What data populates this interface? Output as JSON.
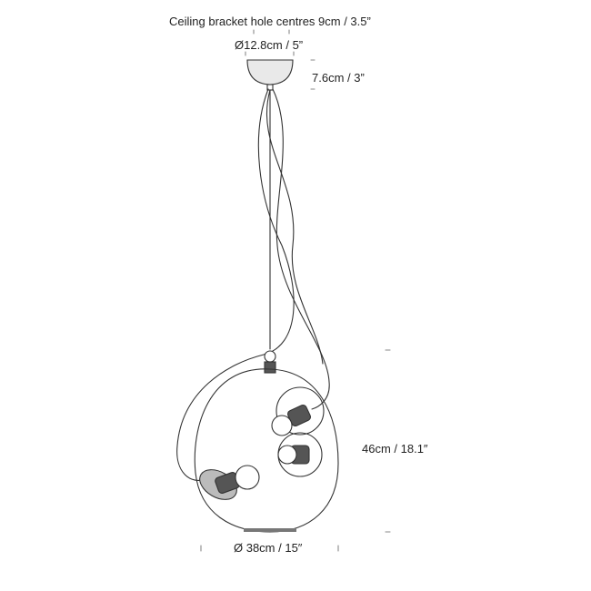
{
  "dimensions": {
    "bracket_holes": "Ceiling bracket hole centres 9cm / 3.5”",
    "canopy_diameter": "Ø12.8cm / 5”",
    "canopy_height": "7.6cm / 3”",
    "shade_height": "46cm / 18.1″",
    "shade_diameter": "Ø 38cm / 15″"
  },
  "colors": {
    "line": "#333333",
    "canopy_fill": "#e9e9e9",
    "tick": "#888888"
  }
}
